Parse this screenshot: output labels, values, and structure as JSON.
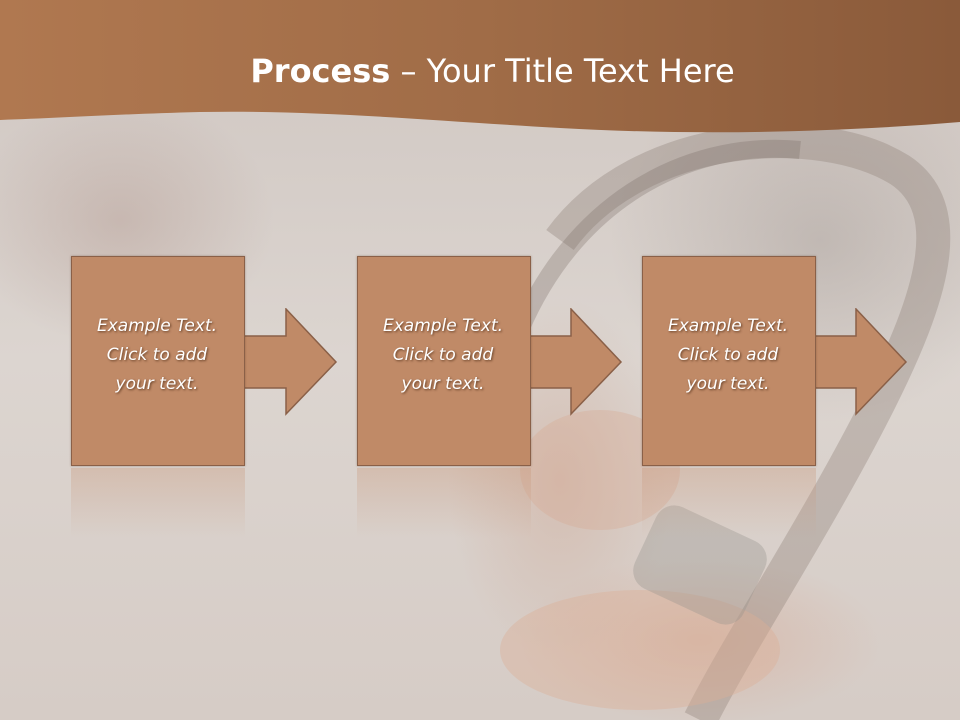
{
  "slide": {
    "title_bold": "Process",
    "title_rest": " – Your Title Text Here",
    "steps": [
      {
        "text": "Example Text.\nClick  to add\nyour text."
      },
      {
        "text": "Example Text.\nClick  to add\nyour text."
      },
      {
        "text": "Example Text.\nClick  to add\nyour text."
      }
    ]
  },
  "colors": {
    "header": "#a5714b",
    "box_fill": "#c08a67",
    "box_border": "#8a6048"
  }
}
